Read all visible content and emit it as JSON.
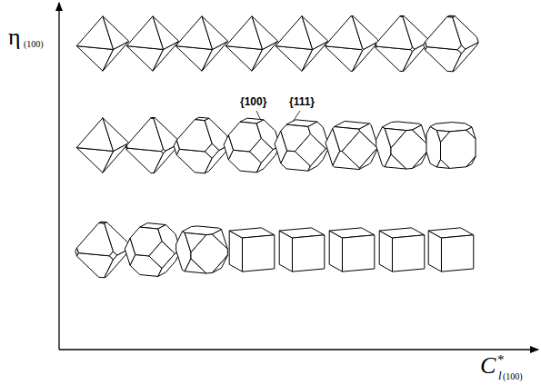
{
  "diagram": {
    "labels": [
      "η",
      "(100)",
      "{100}",
      "{111}",
      "C",
      "*",
      "l",
      "(100)"
    ]
  }
}
